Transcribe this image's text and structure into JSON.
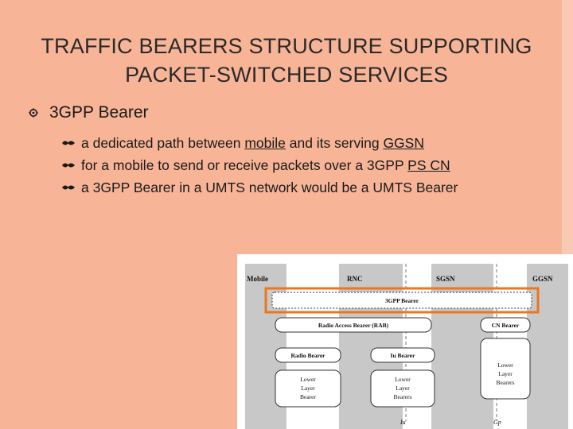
{
  "slide": {
    "title_line1": "TRAFFIC BEARERS STRUCTURE SUPPORTING",
    "title_line2": "PACKET-SWITCHED SERVICES",
    "main_bullet": "3GPP Bearer",
    "sub_bullets": [
      {
        "before": "a dedicated path between ",
        "link1": "mobile",
        "middle": " and its serving ",
        "link2": "GGSN"
      },
      {
        "before": "for a mobile to send or receive packets over a 3GPP ",
        "link1": "PS CN"
      },
      {
        "text": "a 3GPP Bearer in a UMTS network would be a UMTS Bearer"
      }
    ]
  },
  "diagram": {
    "nodes": [
      "Mobile",
      "RNC",
      "SGSN",
      "GGSN"
    ],
    "bearers": {
      "gpp": "3GPP Bearer",
      "rab": "Radio Access Bearer (RAB)",
      "cn": "CN Bearer",
      "radio": "Radio Bearer",
      "iu": "Iu Bearer"
    },
    "lower_mobile": [
      "Lower",
      "Layer",
      "Bearer"
    ],
    "lower_rnc": [
      "Lower",
      "Layer",
      "Bearers"
    ],
    "lower_sgsn": [
      "Lower",
      "Layer",
      "Bearers"
    ],
    "interfaces": [
      "Iu",
      "Gp"
    ],
    "highlight_color": "#e87722",
    "column_color": "#c8c8c8"
  },
  "icons": {
    "main_bullet": "gear-bullet-icon",
    "sub_bullet": "double-arrow-bullet-icon"
  }
}
